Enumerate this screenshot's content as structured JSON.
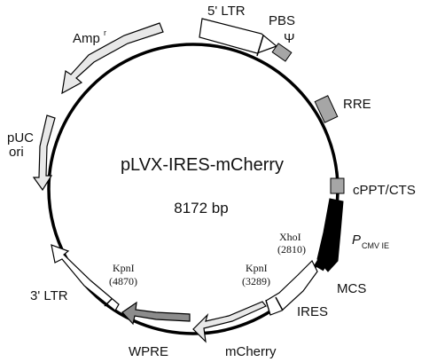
{
  "plasmid": {
    "name": "pLVX-IRES-mCherry",
    "size": "8172 bp"
  },
  "features": {
    "ltr5": "5' LTR",
    "pbs": "PBS",
    "psi": "Ψ",
    "rre": "RRE",
    "cppt": "cPPT/CTS",
    "pcmv_main": "P",
    "pcmv_sub": "CMV IE",
    "mcs": "MCS",
    "ires": "IRES",
    "mcherry": "mCherry",
    "wpre": "WPRE",
    "ltr3": "3' LTR",
    "puc_line1": "pUC",
    "puc_line2": "ori",
    "amp_main": "Amp",
    "amp_sup": "r"
  },
  "sites": {
    "xhoi_name": "XhoI",
    "xhoi_pos": "(2810)",
    "kpni1_name": "KpnI",
    "kpni1_pos": "(3289)",
    "kpni2_name": "KpnI",
    "kpni2_pos": "(4870)"
  },
  "colors": {
    "backbone": "#000000",
    "light_arrow": "#e8e8e8",
    "mid_box": "#a6a6a6",
    "dark_arrow": "#8c8c8c",
    "promoter": "#000000"
  }
}
